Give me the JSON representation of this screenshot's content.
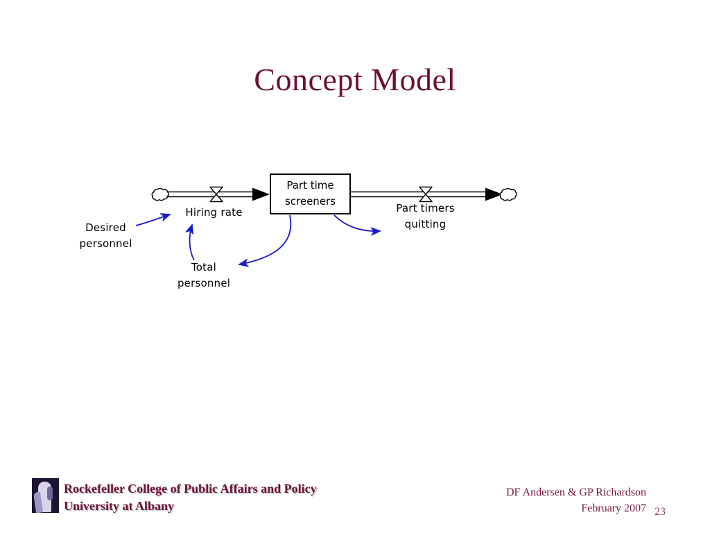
{
  "slide": {
    "title": "Concept Model",
    "page_number": "23",
    "background_color": "#ffffff",
    "title_color": "#6d0f36"
  },
  "diagram": {
    "type": "stock-and-flow",
    "accent_color": "#1a1ac8",
    "line_color": "#000000",
    "stock": {
      "name": "part-time-screeners",
      "label_line1": "Part time",
      "label_line2": "screeners"
    },
    "flows": [
      {
        "name": "hiring-rate",
        "label": "Hiring rate",
        "direction": "inflow",
        "source": "cloud-left",
        "target": "part-time-screeners"
      },
      {
        "name": "part-timers-quitting",
        "label_line1": "Part timers",
        "label_line2": "quitting",
        "direction": "outflow",
        "source": "part-time-screeners",
        "target": "cloud-right"
      }
    ],
    "variables": [
      {
        "name": "desired-personnel",
        "label_line1": "Desired",
        "label_line2": "personnel"
      },
      {
        "name": "total-personnel",
        "label_line1": "Total",
        "label_line2": "personnel"
      }
    ],
    "links": [
      {
        "from": "desired-personnel",
        "to": "hiring-rate"
      },
      {
        "from": "total-personnel",
        "to": "hiring-rate"
      },
      {
        "from": "part-time-screeners",
        "to": "total-personnel"
      },
      {
        "from": "part-time-screeners",
        "to": "part-timers-quitting"
      }
    ],
    "clouds": [
      {
        "name": "cloud-source-left"
      },
      {
        "name": "cloud-sink-right"
      }
    ]
  },
  "footer": {
    "org_line1": "Rockefeller College of Public Affairs and Policy",
    "org_line2": "University at Albany",
    "credit_line1": "DF Andersen & GP Richardson",
    "credit_line2": "February 2007",
    "org_color": "#6d0f36",
    "credit_color": "#7a1540"
  }
}
